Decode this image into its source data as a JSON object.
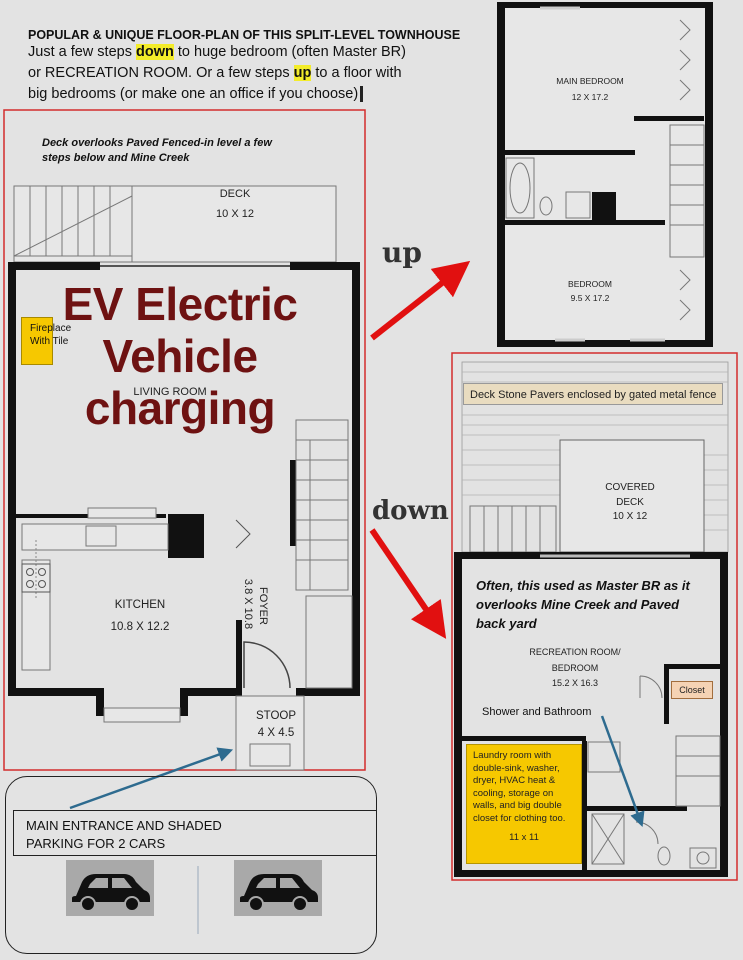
{
  "intro": {
    "title": "POPULAR & UNIQUE FLOOR-PLAN OF THIS SPLIT-LEVEL TOWNHOUSE",
    "line1_a": "Just a few steps ",
    "line1_hl": "down",
    "line1_b": " to huge bedroom (often Master BR)",
    "line2_a": "or RECREATION ROOM.  Or a few steps ",
    "line2_hl": "up",
    "line2_b": " to a floor with",
    "line3": "big bedrooms (or make one an office if you choose)"
  },
  "main_floor": {
    "deck_note_1": "Deck overlooks Paved Fenced-in level a few",
    "deck_note_2": "steps below and Mine Creek",
    "deck_name": "DECK",
    "deck_size": "10 X 12",
    "ev_line1": "EV Electric",
    "ev_line2": "Vehicle",
    "ev_line3": "charging",
    "fireplace_line1": "Fireplace",
    "fireplace_line2": "With Tile",
    "living_room": "LIVING ROOM",
    "kitchen_name": "KITCHEN",
    "kitchen_size": "10.8 X 12.2",
    "foyer_name": "FOYER",
    "foyer_size": "3.8 X 10.8",
    "stoop_name": "STOOP",
    "stoop_size": "4 X 4.5"
  },
  "upper_floor": {
    "main_bedroom_name": "MAIN BEDROOM",
    "main_bedroom_size": "12 X 17.2",
    "bedroom_name": "BEDROOM",
    "bedroom_size": "9.5 X 17.2"
  },
  "arrows": {
    "up_label": "up",
    "down_label": "down",
    "arrow_color": "#e11010"
  },
  "lower_floor": {
    "deck_pavers": "Deck Stone Pavers enclosed by gated metal fence",
    "covered_deck_name": "COVERED",
    "covered_deck_name2": "DECK",
    "covered_deck_size": "10 X 12",
    "often_note": "Often, this used as Master BR as it overlooks Mine Creek and Paved back yard",
    "rec_room_1": "RECREATION ROOM/",
    "rec_room_2": "BEDROOM",
    "rec_room_size": "15.2 X 16.3",
    "closet": "Closet",
    "shower": "Shower and Bathroom",
    "laundry": "Laundry room with double-sink, washer, dryer, HVAC heat & cooling, storage on walls, and big double closet for clothing too.",
    "laundry_size": "11 x 11"
  },
  "parking": {
    "line1": "MAIN ENTRANCE AND SHADED",
    "line2": "PARKING FOR 2 CARS"
  },
  "icons": {
    "car": "car-icon",
    "accent_red": "#e11010",
    "note_blue": "#2e6b8f",
    "highlight_yellow": "#f3ec2a"
  }
}
